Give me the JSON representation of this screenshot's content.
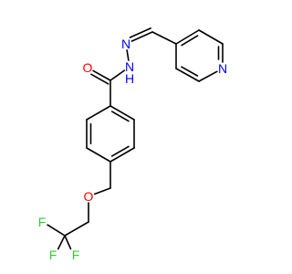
{
  "molecule": {
    "colors": {
      "bond": "#000000",
      "O": "#ff0000",
      "N": "#0000ff",
      "F": "#33cc33",
      "background": "#ffffff"
    },
    "atom_labels": [
      {
        "id": "O_carbonyl",
        "text": "O",
        "element": "O"
      },
      {
        "id": "N_amide",
        "text": "N",
        "element": "N"
      },
      {
        "id": "H_amide",
        "text": "H",
        "element": "N"
      },
      {
        "id": "N_imine",
        "text": "N",
        "element": "N"
      },
      {
        "id": "N_pyridine",
        "text": "N",
        "element": "N"
      },
      {
        "id": "O_ether",
        "text": "O",
        "element": "O"
      },
      {
        "id": "F1",
        "text": "F",
        "element": "F"
      },
      {
        "id": "F2",
        "text": "F",
        "element": "F"
      },
      {
        "id": "F3",
        "text": "F",
        "element": "F"
      }
    ]
  }
}
